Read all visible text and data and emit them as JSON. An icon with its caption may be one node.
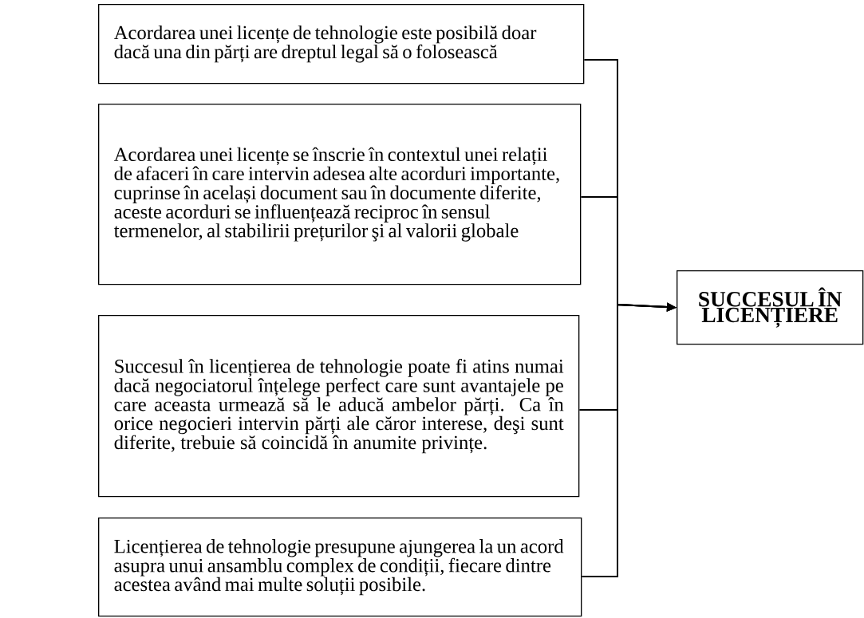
{
  "diagram": {
    "nodes": [
      {
        "text": [
          "Acordarea unei licențe de tehnologie este posibilă doar dacă una din părți are dreptul legal să o folosească"
        ]
      },
      {
        "text": [
          "Acordarea unei licențe se înscrie în contextul unei relații de afaceri în care intervin adesea alte acorduri importante, cuprinse în același document sau în documente diferite, aceste acorduri se influențează reciproc în sensul termenelor, al stabilirii prețurilor şi al valorii globale"
        ]
      },
      {
        "text": [
          "Succesul în licențierea de tehnologie poate fi atins numai dacă negociatorul înțelege perfect care sunt avantajele pe care aceasta urmează să le aducă ambelor părți. Ca în orice negocieri intervin părți ale căror interese, deşi sunt diferite, trebuie să coincidă în anumite privințe."
        ]
      },
      {
        "text": [
          "Licențierea de tehnologie presupune ajungerea la un acord asupra unui ansamblu complex de condiții, fiecare dintre acestea având mai multe soluții posibile."
        ]
      },
      {
        "text": [
          "SUCCESUL ÎN LICENȚIERE"
        ]
      }
    ],
    "edges": [
      {
        "from": 0,
        "to": 4,
        "arrow": "to"
      },
      {
        "from": 1,
        "to": 4,
        "arrow": "to"
      },
      {
        "from": 2,
        "to": 4,
        "arrow": "to"
      },
      {
        "from": 3,
        "to": 4,
        "arrow": "to"
      }
    ]
  }
}
